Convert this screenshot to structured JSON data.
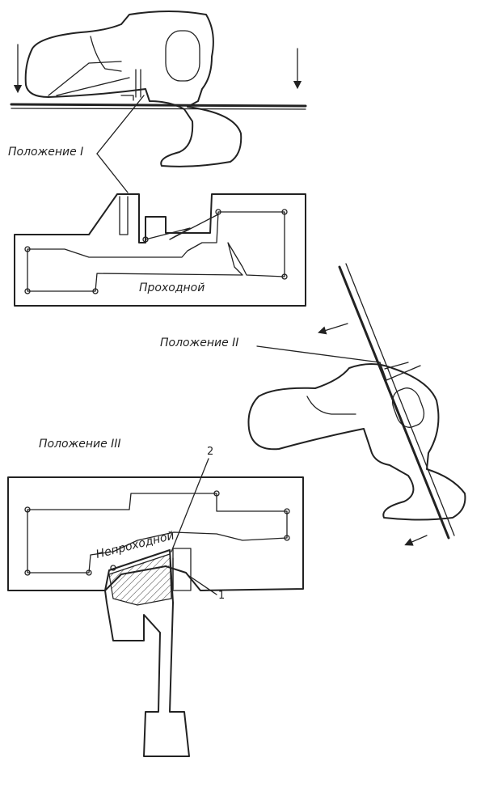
{
  "labels": {
    "position_1": "Положение I",
    "position_2": "Положение II",
    "position_3": "Положение III",
    "passable": "Проходной",
    "impassable": "Непроходной",
    "callout_1": "1",
    "callout_2": "2"
  }
}
